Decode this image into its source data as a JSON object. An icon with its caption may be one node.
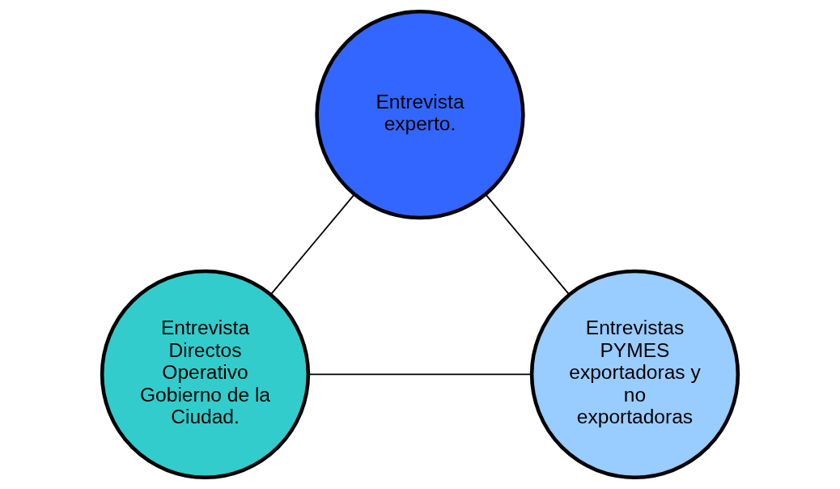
{
  "diagram": {
    "nodes": [
      {
        "text": [
          "Entrevista experto."
        ]
      },
      {
        "text": [
          "Entrevista Directos Operativo Gobierno de la Ciudad."
        ]
      },
      {
        "text": [
          "Entrevistas PYMES exportadoras y no exportadoras"
        ]
      }
    ],
    "edges": [
      {
        "from": 0,
        "to": 1,
        "arrow": "none"
      },
      {
        "from": 0,
        "to": 2,
        "arrow": "none"
      },
      {
        "from": 1,
        "to": 2,
        "arrow": "none"
      }
    ]
  }
}
